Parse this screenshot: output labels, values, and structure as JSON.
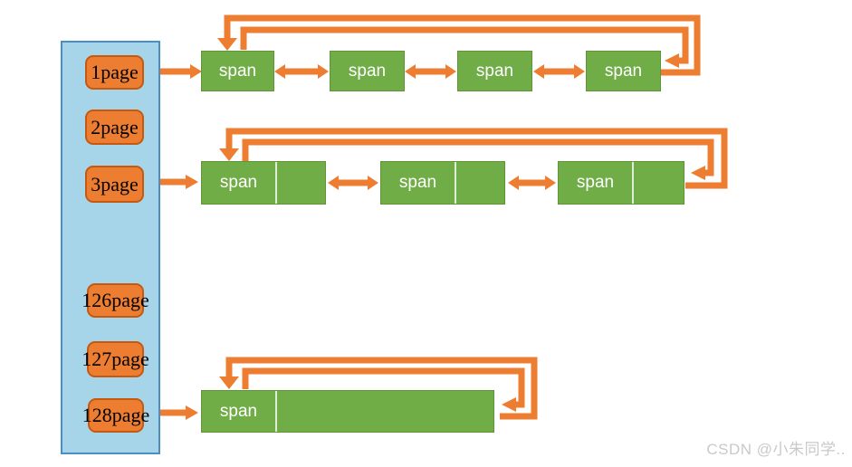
{
  "colors": {
    "arrow_orange": "#ED7D31",
    "page_box_fill": "#ED7D31",
    "page_box_border": "#C45911",
    "span_fill": "#70AD47",
    "span_border": "#5F9438",
    "panel_fill": "#A6D5EA",
    "panel_border": "#4A8EC2",
    "page_text": "#000000",
    "span_text": "#FFFFFF",
    "watermark_text": "#C9C9C9"
  },
  "panel": {
    "pages": [
      {
        "label": "1page"
      },
      {
        "label": "2page"
      },
      {
        "label": "3page"
      },
      {
        "label": "126page"
      },
      {
        "label": "127page"
      },
      {
        "label": "128page"
      }
    ]
  },
  "rows": [
    {
      "page": "1page",
      "spans": [
        {
          "label": "span"
        },
        {
          "label": "span"
        },
        {
          "label": "span"
        },
        {
          "label": "span"
        }
      ]
    },
    {
      "page": "3page",
      "spans": [
        {
          "label": "span"
        },
        {
          "label": "span"
        },
        {
          "label": "span"
        }
      ]
    },
    {
      "page": "128page",
      "spans": [
        {
          "label": "span"
        }
      ]
    }
  ],
  "watermark": {
    "text": "CSDN @小朱同学.."
  }
}
